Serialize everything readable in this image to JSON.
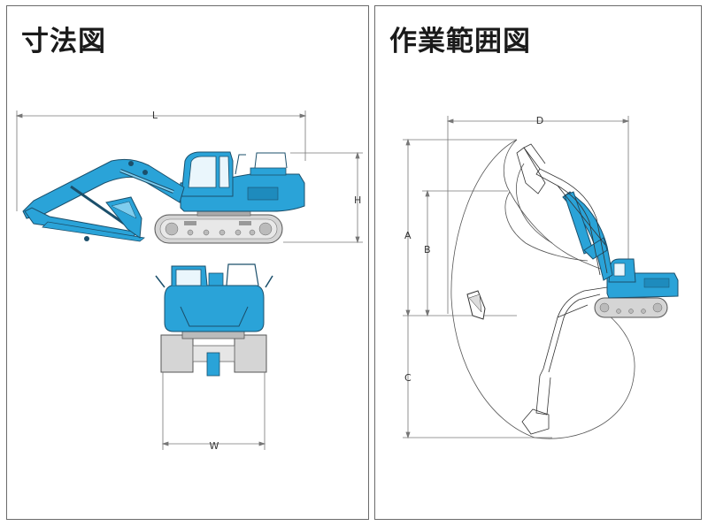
{
  "panels": {
    "left": {
      "title": "寸法図",
      "labels": {
        "length": "L",
        "height": "H",
        "width": "W"
      }
    },
    "right": {
      "title": "作業範囲図",
      "labels": {
        "d": "D",
        "a": "A",
        "b": "B",
        "c": "C"
      }
    }
  },
  "colors": {
    "machine_body": "#2aa3d8",
    "machine_outline": "#1b4f6b",
    "track": "#d5d5d5",
    "dimension_line": "#777777",
    "panel_border": "#6b6b6b"
  }
}
